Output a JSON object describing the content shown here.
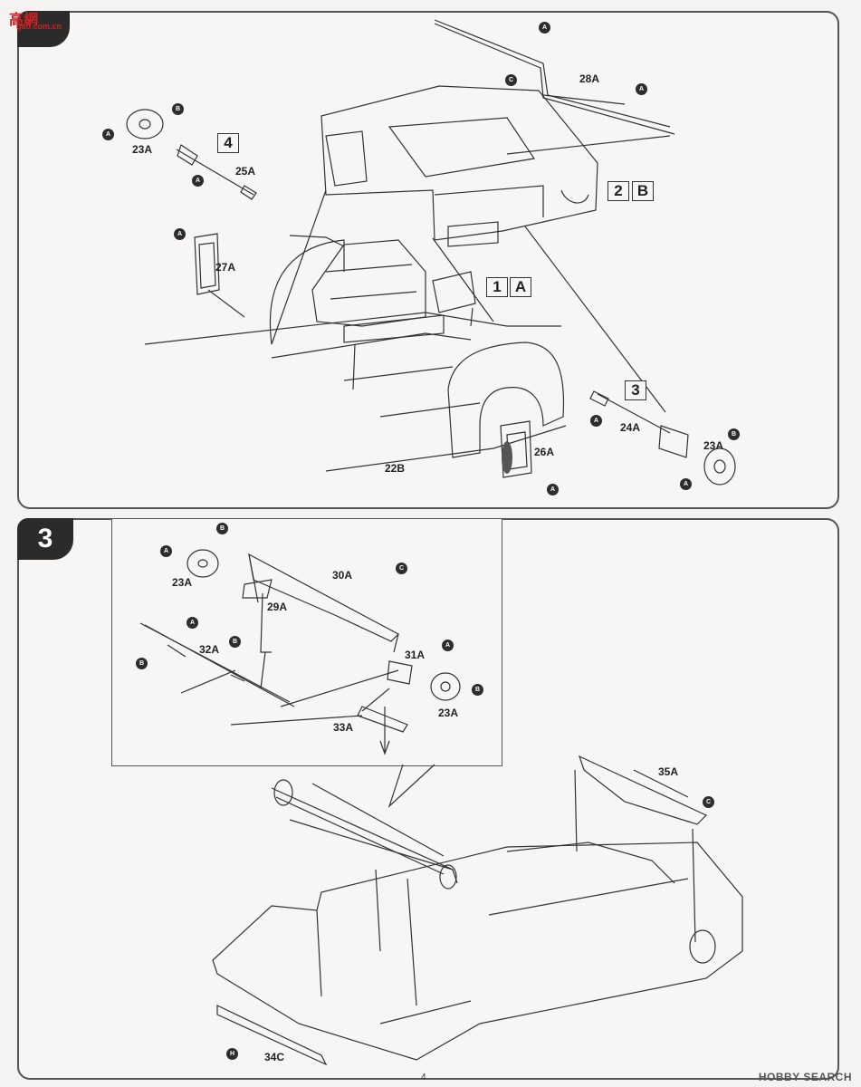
{
  "header": {
    "site_logo_main": "高網",
    "site_logo_url": "gao.com.cn"
  },
  "steps": {
    "top_tab": "",
    "bottom_tab": "3"
  },
  "boxes": {
    "b4": "4",
    "b2": "2",
    "bB": "B",
    "b1": "1",
    "bA": "A",
    "b3": "3"
  },
  "bubbles": {
    "A": "A",
    "B": "B",
    "C": "C",
    "H": "H"
  },
  "parts_top": {
    "p23a_left": "23A",
    "p25a": "25A",
    "p27a": "27A",
    "p28a": "28A",
    "p24a": "24A",
    "p23a_right": "23A",
    "p26a": "26A",
    "p22b": "22B"
  },
  "parts_bottom": {
    "p23a_tl": "23A",
    "p30a": "30A",
    "p29a": "29A",
    "p32a": "32A",
    "p31a": "31A",
    "p23a_tr": "23A",
    "p33a": "33A",
    "p35a": "35A",
    "p34c": "34C"
  },
  "footer": {
    "page_number": "4",
    "watermark": "HOBBY SEARCH"
  }
}
